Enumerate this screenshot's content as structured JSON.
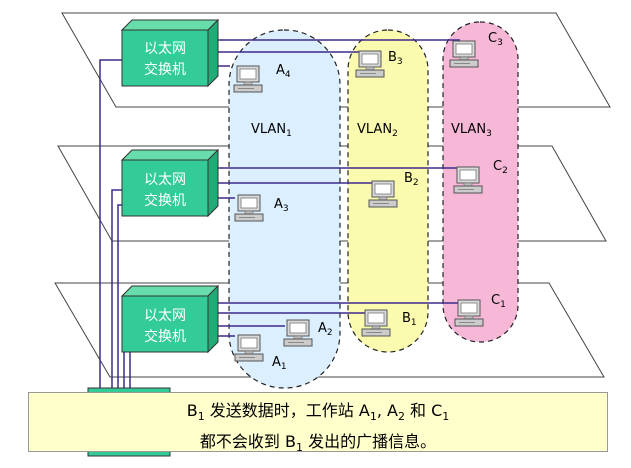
{
  "switches": [
    {
      "line1": "以太网",
      "line2": "交换机"
    },
    {
      "line1": "以太网",
      "line2": "交换机"
    },
    {
      "line1": "以太网",
      "line2": "交换机"
    }
  ],
  "vlans": [
    {
      "name": "VLAN",
      "sub": "1",
      "color": "#dcefff"
    },
    {
      "name": "VLAN",
      "sub": "2",
      "color": "#fbfbb0"
    },
    {
      "name": "VLAN",
      "sub": "3",
      "color": "#f7b8d8"
    }
  ],
  "stations": {
    "A4": {
      "name": "A",
      "sub": "4"
    },
    "A3": {
      "name": "A",
      "sub": "3"
    },
    "A2": {
      "name": "A",
      "sub": "2"
    },
    "A1": {
      "name": "A",
      "sub": "1"
    },
    "B3": {
      "name": "B",
      "sub": "3"
    },
    "B2": {
      "name": "B",
      "sub": "2"
    },
    "B1": {
      "name": "B",
      "sub": "1"
    },
    "C3": {
      "name": "C",
      "sub": "3"
    },
    "C2": {
      "name": "C",
      "sub": "2"
    },
    "C1": {
      "name": "C",
      "sub": "1"
    }
  },
  "colors": {
    "switch": "#33cc99",
    "link": "#3d2a8c",
    "floor": "#ffffff"
  },
  "note": {
    "b": "B",
    "b_sub": "1",
    "part1": " 发送数据时，工作站 A",
    "a1_sub": "1",
    "comma": ", A",
    "a2_sub": "2",
    "part2": " 和 C",
    "c1_sub": "1",
    "line2_part1": "都不会收到 B",
    "line2_sub": "1",
    "line2_part2": " 发出的广播信息。"
  }
}
